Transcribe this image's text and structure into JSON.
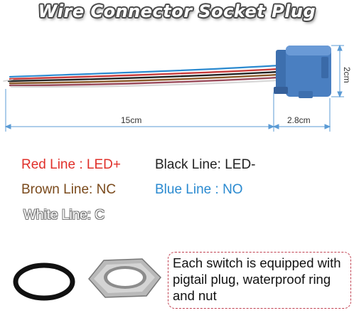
{
  "title": "Wire Connector Socket Plug",
  "dimensions": {
    "length": "15cm",
    "head_length": "2.8cm",
    "height": "2cm"
  },
  "legend": [
    {
      "text": "Red Line : LED+",
      "color": "#e0302a"
    },
    {
      "text": "Black Line: LED-",
      "color": "#222222"
    },
    {
      "text": "Brown Line: NC",
      "color": "#7a4a1c"
    },
    {
      "text": "Blue Line : NO",
      "color": "#2a8ad0"
    },
    {
      "text": "White Line: C",
      "color": "#ffffff"
    }
  ],
  "note": "Each switch is equipped with pigtail plug, waterproof ring and nut",
  "colors": {
    "connector": "#4a7fc1",
    "dimension_line": "#5b9bd5",
    "note_border": "#c04050"
  }
}
